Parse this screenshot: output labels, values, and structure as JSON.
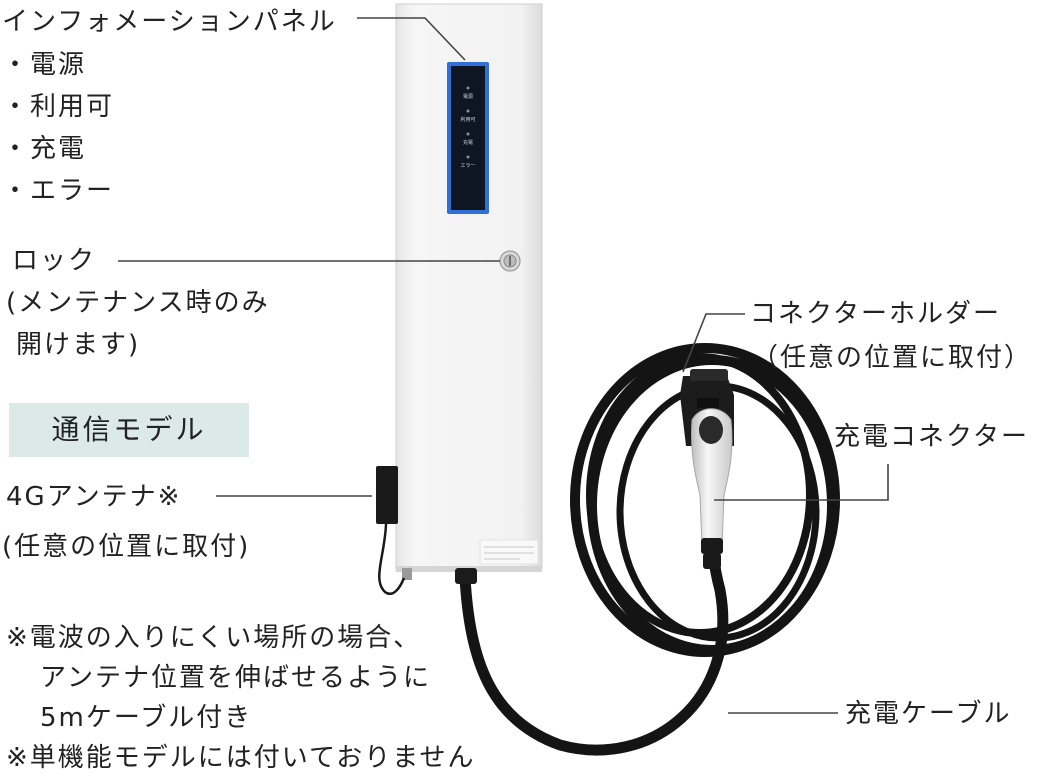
{
  "labels": {
    "info_panel": "インフォメーションパネル",
    "info_items": [
      "・電源",
      "・利用可",
      "・充電",
      "・エラー"
    ],
    "lock": "ロック",
    "lock_note_1": "(メンテナンス時のみ",
    "lock_note_2": "開けます)",
    "comm_model": "通信モデル",
    "antenna": "4Gアンテナ※",
    "antenna_mount": "(任意の位置に取付)",
    "connector_holder": "コネクターホルダー",
    "holder_mount": "（任意の位置に取付）",
    "charging_connector": "充電コネクター",
    "charging_cable": "充電ケーブル"
  },
  "notes": [
    "※電波の入りにくい場所の場合、",
    "アンテナ位置を伸ばせるように",
    "5mケーブル付き",
    "※単機能モデルには付いておりません"
  ],
  "panel_leds": [
    "電源",
    "利用可",
    "充電",
    "エラー"
  ],
  "colors": {
    "panel_border": "#2f6fd6",
    "panel_face": "#0d1622",
    "badge_bg": "#dce9e9",
    "cable": "#141414",
    "unit_body": "#f1f1f1"
  }
}
